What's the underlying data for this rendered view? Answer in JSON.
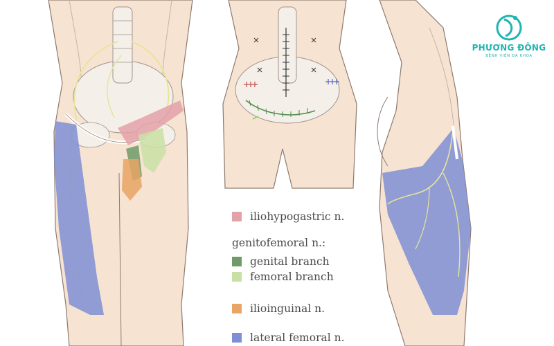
{
  "logo": {
    "name": "PHƯƠNG ĐÔNG",
    "subtitle": "BỆNH VIỆN ĐA KHOA",
    "brand_color": "#1fb5b0"
  },
  "legend": {
    "items": [
      {
        "label": "iliohypogastric n.",
        "color": "#e3a1a8"
      },
      {
        "label": "genital branch",
        "color": "#6f9b6a"
      },
      {
        "label": "femoral branch",
        "color": "#c9e0a4"
      },
      {
        "label": "ilioinguinal n.",
        "color": "#e8a565"
      },
      {
        "label": "lateral femoral n.",
        "color": "#7f8fd6"
      }
    ],
    "group_heading": "genitofemoral n.:"
  },
  "colors": {
    "skin": "#f7e3d2",
    "outline": "#8c7a70",
    "bone": "#f4efe8",
    "nerve": "#e6e59a",
    "suture_dark": "#333333",
    "suture_green": "#4c8b4a",
    "suture_blue": "#5566c8",
    "suture_red": "#c05050"
  }
}
